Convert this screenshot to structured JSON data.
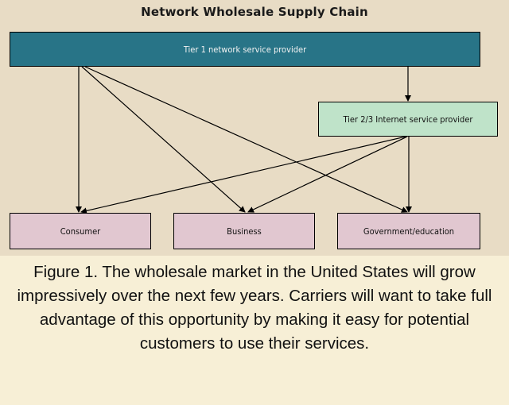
{
  "diagram": {
    "title": "Network Wholesale Supply Chain",
    "nodes": {
      "tier1": "Tier 1 network service provider",
      "tier23": "Tier 2/3 Internet service provider",
      "consumer": "Consumer",
      "business": "Business",
      "government": "Government/education"
    },
    "edges": [
      {
        "from": "tier1",
        "to": "tier23"
      },
      {
        "from": "tier1",
        "to": "consumer"
      },
      {
        "from": "tier1",
        "to": "business"
      },
      {
        "from": "tier1",
        "to": "government"
      },
      {
        "from": "tier23",
        "to": "consumer"
      },
      {
        "from": "tier23",
        "to": "business"
      },
      {
        "from": "tier23",
        "to": "government"
      }
    ]
  },
  "caption": "Figure 1. The wholesale market in the United States will grow impressively over the next few years. Carriers will want to take full advantage of this opportunity by making it easy for potential customers to use their services."
}
